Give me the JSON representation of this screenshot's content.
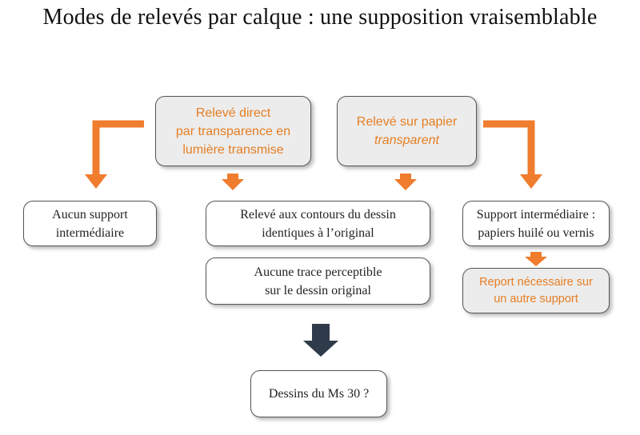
{
  "title": "Modes de relevés par calque : une supposition vraisemblable",
  "colors": {
    "accent": "#f07c2e",
    "accent_text": "#e67e22",
    "dark_arrow": "#2f3b4a",
    "box_gray": "#ececec",
    "border": "#555555"
  },
  "nodes": {
    "direct": {
      "lines": [
        "Relevé direct",
        "par transparence en",
        "lumière transmise"
      ]
    },
    "papier": {
      "line1": "Relevé sur papier",
      "line2": "transparent"
    },
    "aucun_support": {
      "lines": [
        "Aucun support",
        "intermédiaire"
      ]
    },
    "contours": {
      "lines": [
        "Relevé aux contours du dessin",
        "identiques à l’original"
      ]
    },
    "aucune_trace": {
      "lines": [
        "Aucune trace perceptible",
        "sur le dessin original"
      ]
    },
    "support_interm": {
      "lines": [
        "Support intermédiaire :",
        "papiers huilé ou vernis"
      ]
    },
    "report": {
      "lines": [
        "Report nécessaire sur",
        "un autre support"
      ]
    },
    "ms30": {
      "label": "Dessins du Ms 30 ?"
    }
  }
}
